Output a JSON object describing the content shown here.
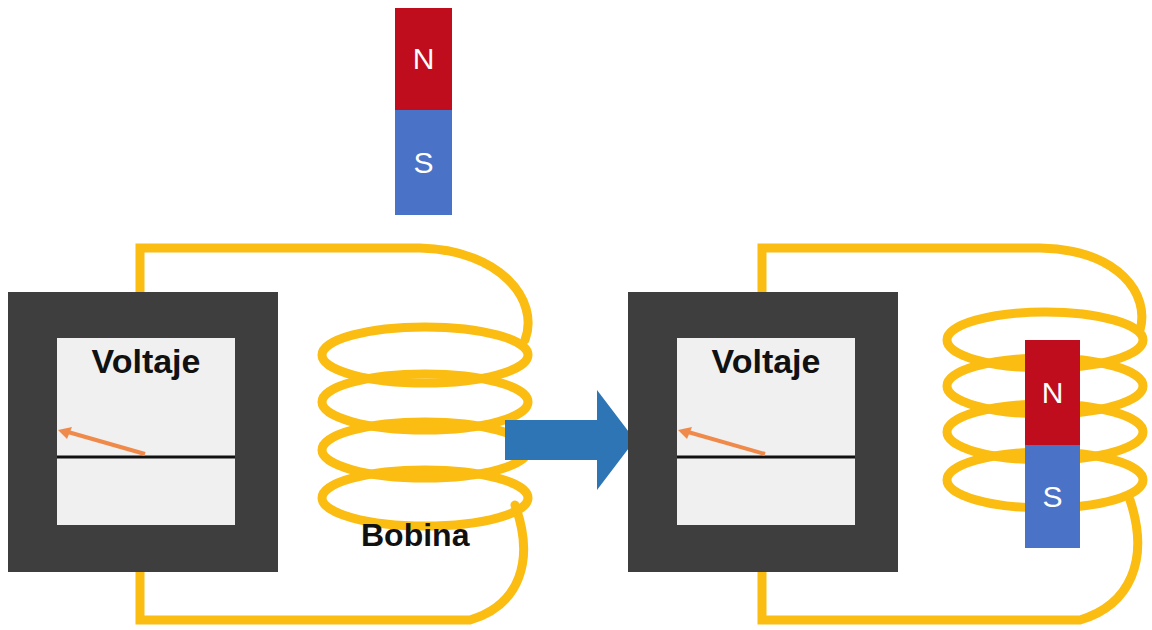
{
  "diagram": {
    "nodes": [
      {
        "text": [
          "N"
        ]
      },
      {
        "text": [
          "S"
        ]
      },
      {
        "text": [
          "Voltaje"
        ]
      },
      {
        "text": [
          "Voltaje"
        ]
      },
      {
        "text": [
          "N"
        ]
      },
      {
        "text": [
          "S"
        ]
      }
    ],
    "labels": [
      "Bobina"
    ]
  }
}
